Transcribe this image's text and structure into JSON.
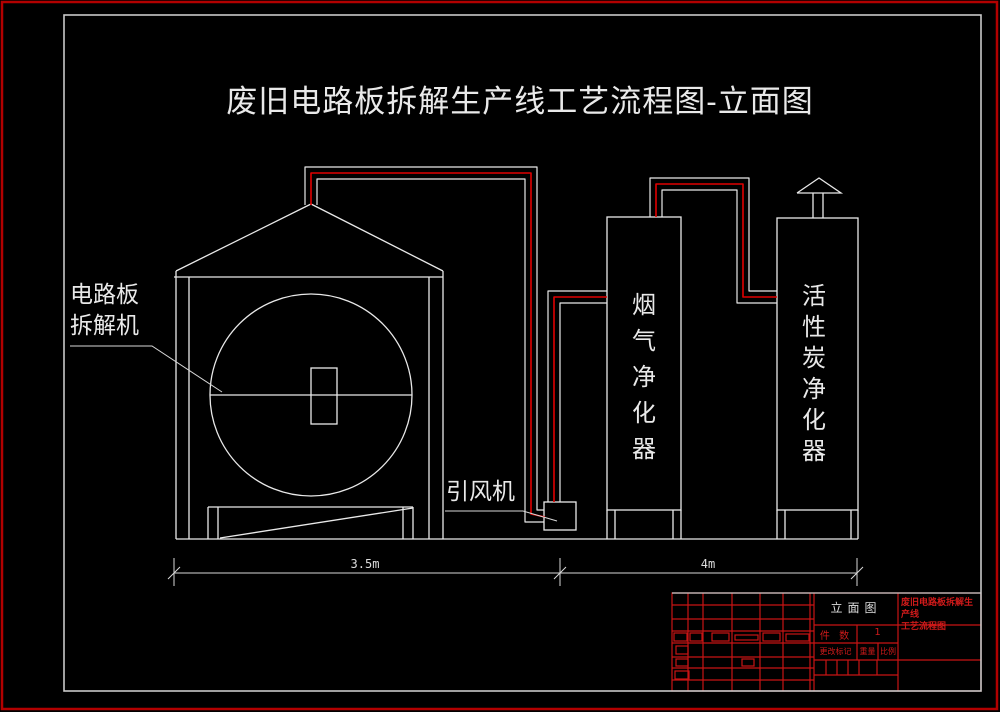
{
  "title": "废旧电路板拆解生产线工艺流程图-立面图",
  "labels": {
    "dismantler": "电路板拆解机",
    "fan": "引风机",
    "flue_purifier": "烟气净化器",
    "carbon_purifier": "活性炭净化器"
  },
  "dimensions": {
    "left_span": "3.5m",
    "right_span": "4m"
  },
  "title_block": {
    "view_name": "立面图",
    "project_line1": "废旧电路板拆解生产线",
    "project_line2": "工艺流程图",
    "qty_label": "件 数",
    "qty_value": "1",
    "rev_label": "更改标记",
    "weight_label": "重量",
    "scale_label": "比例"
  },
  "colors": {
    "background": "#000000",
    "line_white": "#e9e9e9",
    "pipe_red": "#e00000",
    "border_red": "#b20000",
    "block_red": "#c81414"
  }
}
